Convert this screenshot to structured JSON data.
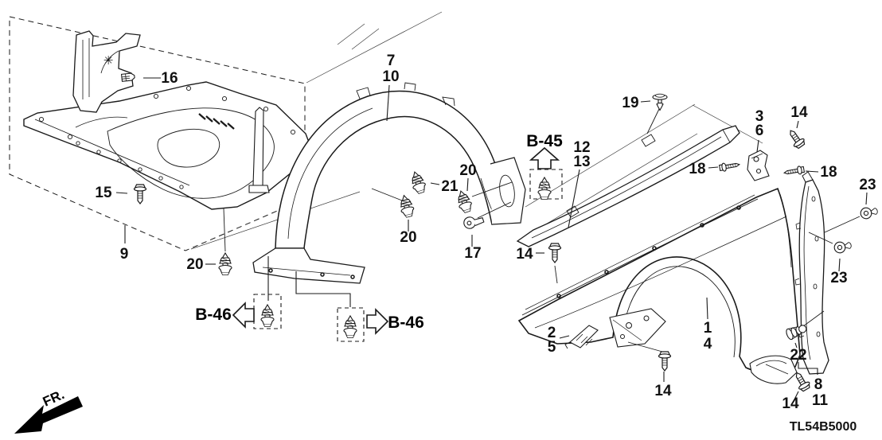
{
  "diagram": {
    "code": "TL54B5000",
    "direction_label": "FR.",
    "part_marker": "✳",
    "refs": {
      "b45": "B-45",
      "b46": "B-46"
    },
    "callouts": {
      "c1": "1",
      "c2": "2",
      "c3": "3",
      "c4": "4",
      "c5": "5",
      "c6": "6",
      "c7": "7",
      "c8": "8",
      "c9": "9",
      "c10": "10",
      "c11": "11",
      "c12": "12",
      "c13": "13",
      "c14": "14",
      "c15": "15",
      "c16": "16",
      "c17": "17",
      "c18": "18",
      "c19": "19",
      "c20": "20",
      "c21": "21",
      "c22": "22",
      "c23": "23"
    }
  }
}
